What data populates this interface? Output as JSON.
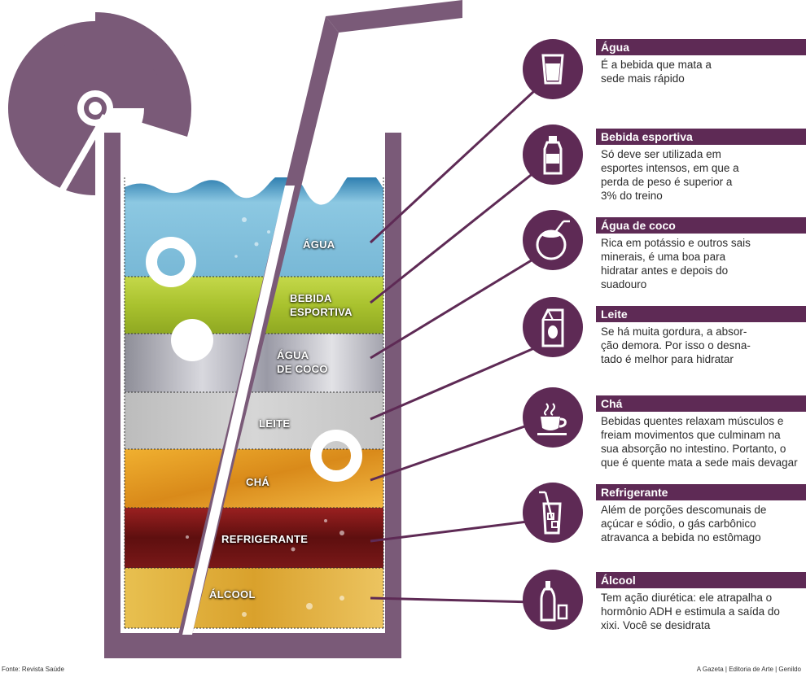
{
  "layers": [
    {
      "id": "agua",
      "label_lines": [
        "ÁGUA"
      ]
    },
    {
      "id": "bebida-esportiva",
      "label_lines": [
        "BEBIDA",
        "ESPORTIVA"
      ]
    },
    {
      "id": "agua-de-coco",
      "label_lines": [
        "ÁGUA",
        "DE COCO"
      ]
    },
    {
      "id": "leite",
      "label_lines": [
        "LEITE"
      ]
    },
    {
      "id": "cha",
      "label_lines": [
        "CHÁ"
      ]
    },
    {
      "id": "refrigerante",
      "label_lines": [
        "REFRIGERANTE"
      ]
    },
    {
      "id": "alcool",
      "label_lines": [
        "ÁLCOOL"
      ]
    }
  ],
  "cards": [
    {
      "icon": "water-glass-icon",
      "title": "Água",
      "body_lines": [
        "É a bebida que mata a",
        "sede mais rápido"
      ]
    },
    {
      "icon": "sports-bottle-icon",
      "title": "Bebida esportiva",
      "body_lines": [
        "Só deve ser utilizada em",
        "esportes intensos, em que a",
        "perda de peso é superior a",
        "3% do treino"
      ]
    },
    {
      "icon": "coconut-icon",
      "title": "Água de coco",
      "body_lines": [
        "Rica em potássio e outros sais",
        "minerais, é uma boa para",
        "hidratar antes e depois do",
        "suadouro"
      ]
    },
    {
      "icon": "milk-carton-icon",
      "title": "Leite",
      "body_lines": [
        "Se há muita gordura, a absor-",
        "ção demora. Por isso o desna-",
        "tado é melhor para hidratar"
      ]
    },
    {
      "icon": "tea-cup-icon",
      "title": "Chá",
      "body_lines": [
        "Bebidas quentes relaxam músculos e",
        "freiam movimentos que culminam na",
        "sua absorção no intestino. Portanto, o",
        "que é quente mata a sede mais devagar"
      ]
    },
    {
      "icon": "soda-glass-icon",
      "title": "Refrigerante",
      "body_lines": [
        "Além de porções descomunais de",
        "açúcar e sódio, o gás carbônico",
        "atravanca a bebida no estômago"
      ]
    },
    {
      "icon": "bottle-and-glass-icon",
      "title": "Álcool",
      "body_lines": [
        "Tem ação diurética: ele atrapalha o",
        "hormônio ADH e estimula a saída do",
        "xixi. Você se desidrata"
      ]
    }
  ],
  "footer": {
    "source": "Fonte: Revista Saúde",
    "credit": "A Gazeta | Editoria de Arte | Genildo"
  },
  "colors": {
    "brand_purple": "#5e2a55",
    "glass_purple": "#7a5a78",
    "water": "#7fc1dc",
    "sports_drink": "#a8c22e",
    "coconut_water": "#a9a9b0",
    "milk": "#c9c9c9",
    "tea": "#e39a22",
    "soda": "#7a1616",
    "alcohol": "#e3b53a"
  }
}
